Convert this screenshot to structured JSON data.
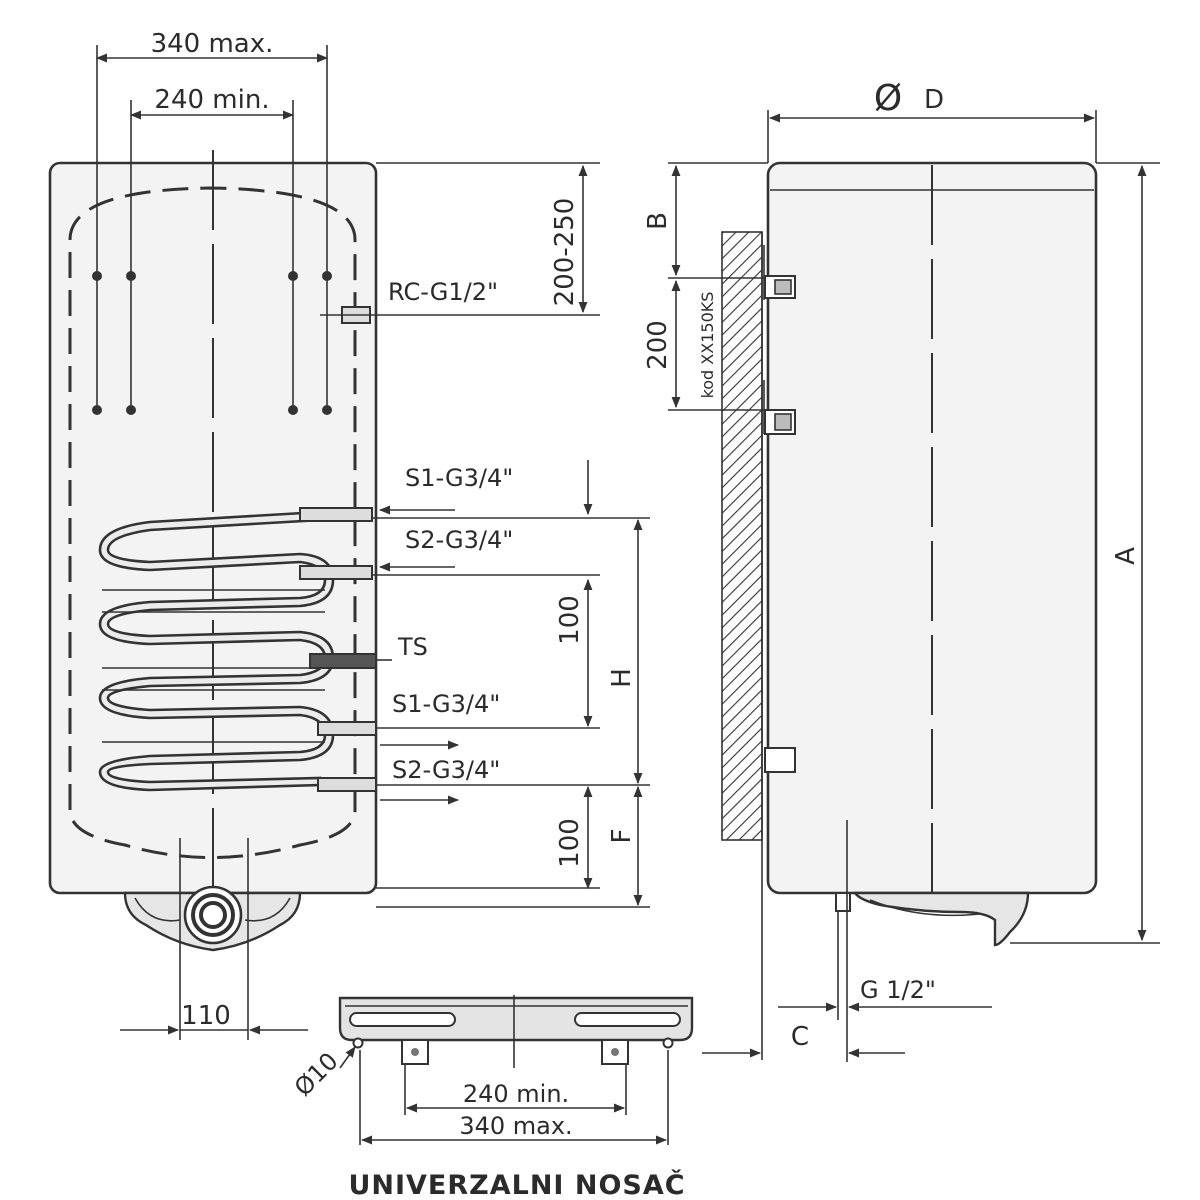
{
  "front_view": {
    "dim_top_max": "340 max.",
    "dim_top_min": "240 min.",
    "dim_top_gap": "200-250",
    "rc_connection": "RC-G1/2\"",
    "s1_in": "S1-G3/4\"",
    "s2_in": "S2-G3/4\"",
    "dim_coil_step": "100",
    "dim_h": "H",
    "ts_label": "TS",
    "s1_out": "S1-G3/4\"",
    "s2_out": "S2-G3/4\"",
    "dim_bottom": "100",
    "dim_f": "F",
    "dim_base": "110"
  },
  "side_view": {
    "diameter_symbol": "Ø",
    "diameter_label": "D",
    "dim_b": "B",
    "dim_200": "200",
    "bracket_code": "kod XX150KS",
    "dim_a": "A",
    "outlet": "G 1/2\"",
    "dim_c": "C"
  },
  "bracket_view": {
    "hole": "Ø10",
    "dim_min": "240 min.",
    "dim_max": "340 max.",
    "title": "UNIVERZALNI NOSAČ"
  },
  "colors": {
    "line": "#333333",
    "body_fill": "#f3f3f3",
    "bracket_fill": "#e4e4e4",
    "text": "#2b2b2b"
  }
}
